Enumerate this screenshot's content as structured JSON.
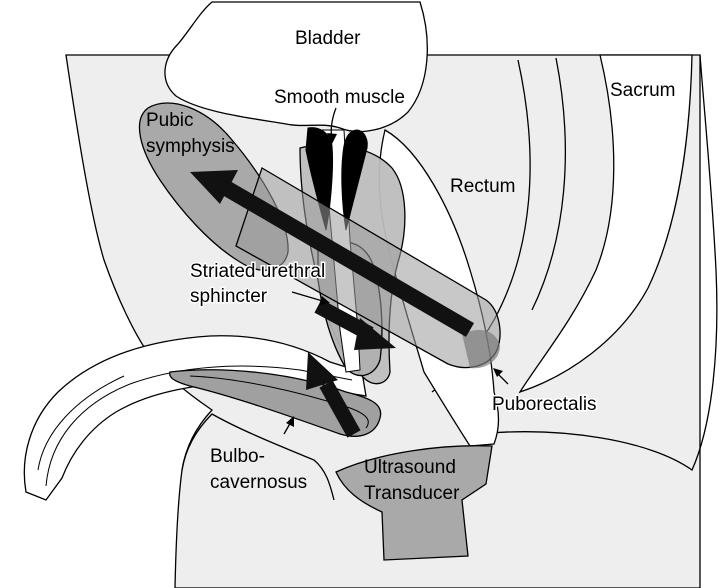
{
  "labels": {
    "bladder": "Bladder",
    "smooth_muscle": "Smooth muscle",
    "sacrum": "Sacrum",
    "pubic_line1": "Pubic",
    "pubic_line2": "symphysis",
    "rectum": "Rectum",
    "striated_line1": "Striated urethral",
    "striated_line2": "sphincter",
    "puborectalis": "Puborectalis",
    "bulbo_line1": "Bulbo-",
    "bulbo_line2": "cavernosus",
    "transducer_line1": "Ultrasound",
    "transducer_line2": "Transducer"
  },
  "colors": {
    "tissue": "#eeeeee",
    "muscle": "#bdbdbd",
    "muscle_dark": "#9a9a9a",
    "transducer": "#a9a9a9",
    "arrow": "#111111",
    "outline": "#000000"
  }
}
